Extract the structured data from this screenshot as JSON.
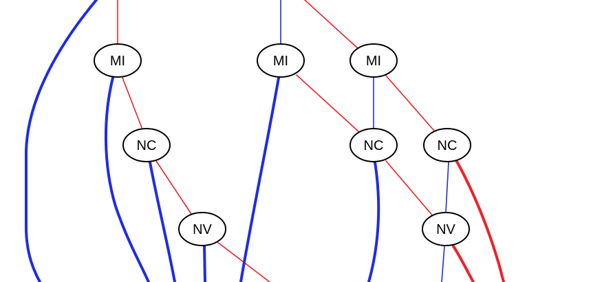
{
  "colors": {
    "red": "#f0202a",
    "blue": "#1f2be6",
    "node_stroke": "#000000",
    "node_fill": "#ffffff",
    "background": "#ffffff"
  },
  "nodes": [
    {
      "id": "mi-1",
      "label": "MI"
    },
    {
      "id": "mi-2",
      "label": "MI"
    },
    {
      "id": "mi-3",
      "label": "MI"
    },
    {
      "id": "nc-1",
      "label": "NC"
    },
    {
      "id": "nc-2",
      "label": "NC"
    },
    {
      "id": "nc-3",
      "label": "NC"
    },
    {
      "id": "nv-1",
      "label": "NV"
    },
    {
      "id": "nv-2",
      "label": "NV"
    }
  ],
  "edges": [
    {
      "id": "e1",
      "color": "red",
      "weight": "thin"
    },
    {
      "id": "e2",
      "color": "blue",
      "weight": "thin"
    },
    {
      "id": "e3",
      "color": "red",
      "weight": "thin"
    },
    {
      "id": "e4",
      "color": "blue",
      "weight": "thick"
    },
    {
      "id": "e5",
      "color": "red",
      "weight": "thin"
    },
    {
      "id": "e6",
      "color": "blue",
      "weight": "thick"
    },
    {
      "id": "e7",
      "color": "blue",
      "weight": "thick"
    },
    {
      "id": "e8",
      "color": "red",
      "weight": "thin"
    },
    {
      "id": "e9",
      "color": "blue",
      "weight": "thick"
    },
    {
      "id": "e10",
      "color": "red",
      "weight": "thin"
    },
    {
      "id": "e11",
      "color": "blue",
      "weight": "thin"
    },
    {
      "id": "e12",
      "color": "red",
      "weight": "thin"
    },
    {
      "id": "e13",
      "color": "blue",
      "weight": "thick"
    },
    {
      "id": "e14",
      "color": "red",
      "weight": "thin"
    },
    {
      "id": "e15",
      "color": "blue",
      "weight": "thin"
    },
    {
      "id": "e16",
      "color": "red",
      "weight": "thick"
    },
    {
      "id": "e17",
      "color": "blue",
      "weight": "thick"
    },
    {
      "id": "e18",
      "color": "red",
      "weight": "thin"
    },
    {
      "id": "e19",
      "color": "blue",
      "weight": "thin"
    },
    {
      "id": "e20",
      "color": "red",
      "weight": "thick"
    }
  ]
}
